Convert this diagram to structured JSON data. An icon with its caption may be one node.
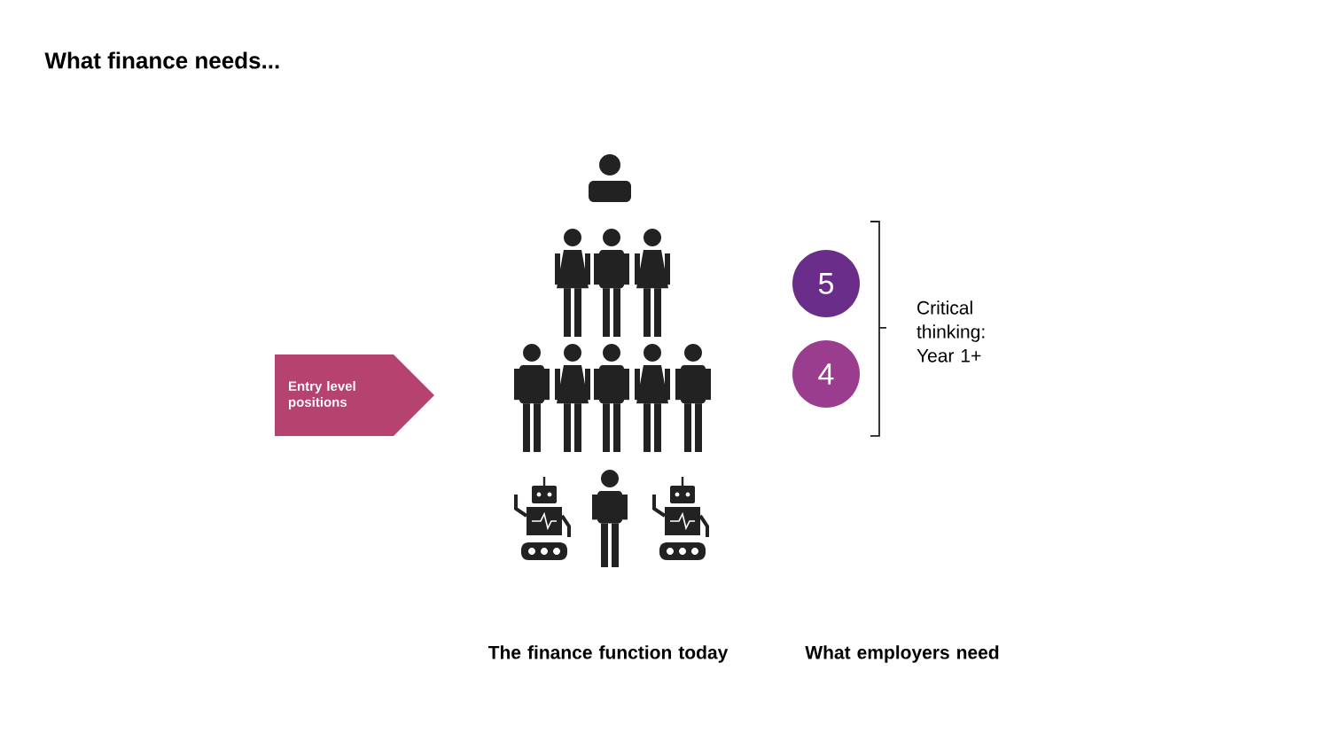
{
  "diagram": {
    "title": "What finance needs...",
    "nodes": [
      {
        "text": [
          "Entry level positions"
        ]
      },
      {
        "text": [
          "5"
        ]
      },
      {
        "text": [
          "4"
        ]
      }
    ],
    "labels": [
      "Critical thinking: Year 1+",
      "The finance function today",
      "What employers need"
    ]
  }
}
